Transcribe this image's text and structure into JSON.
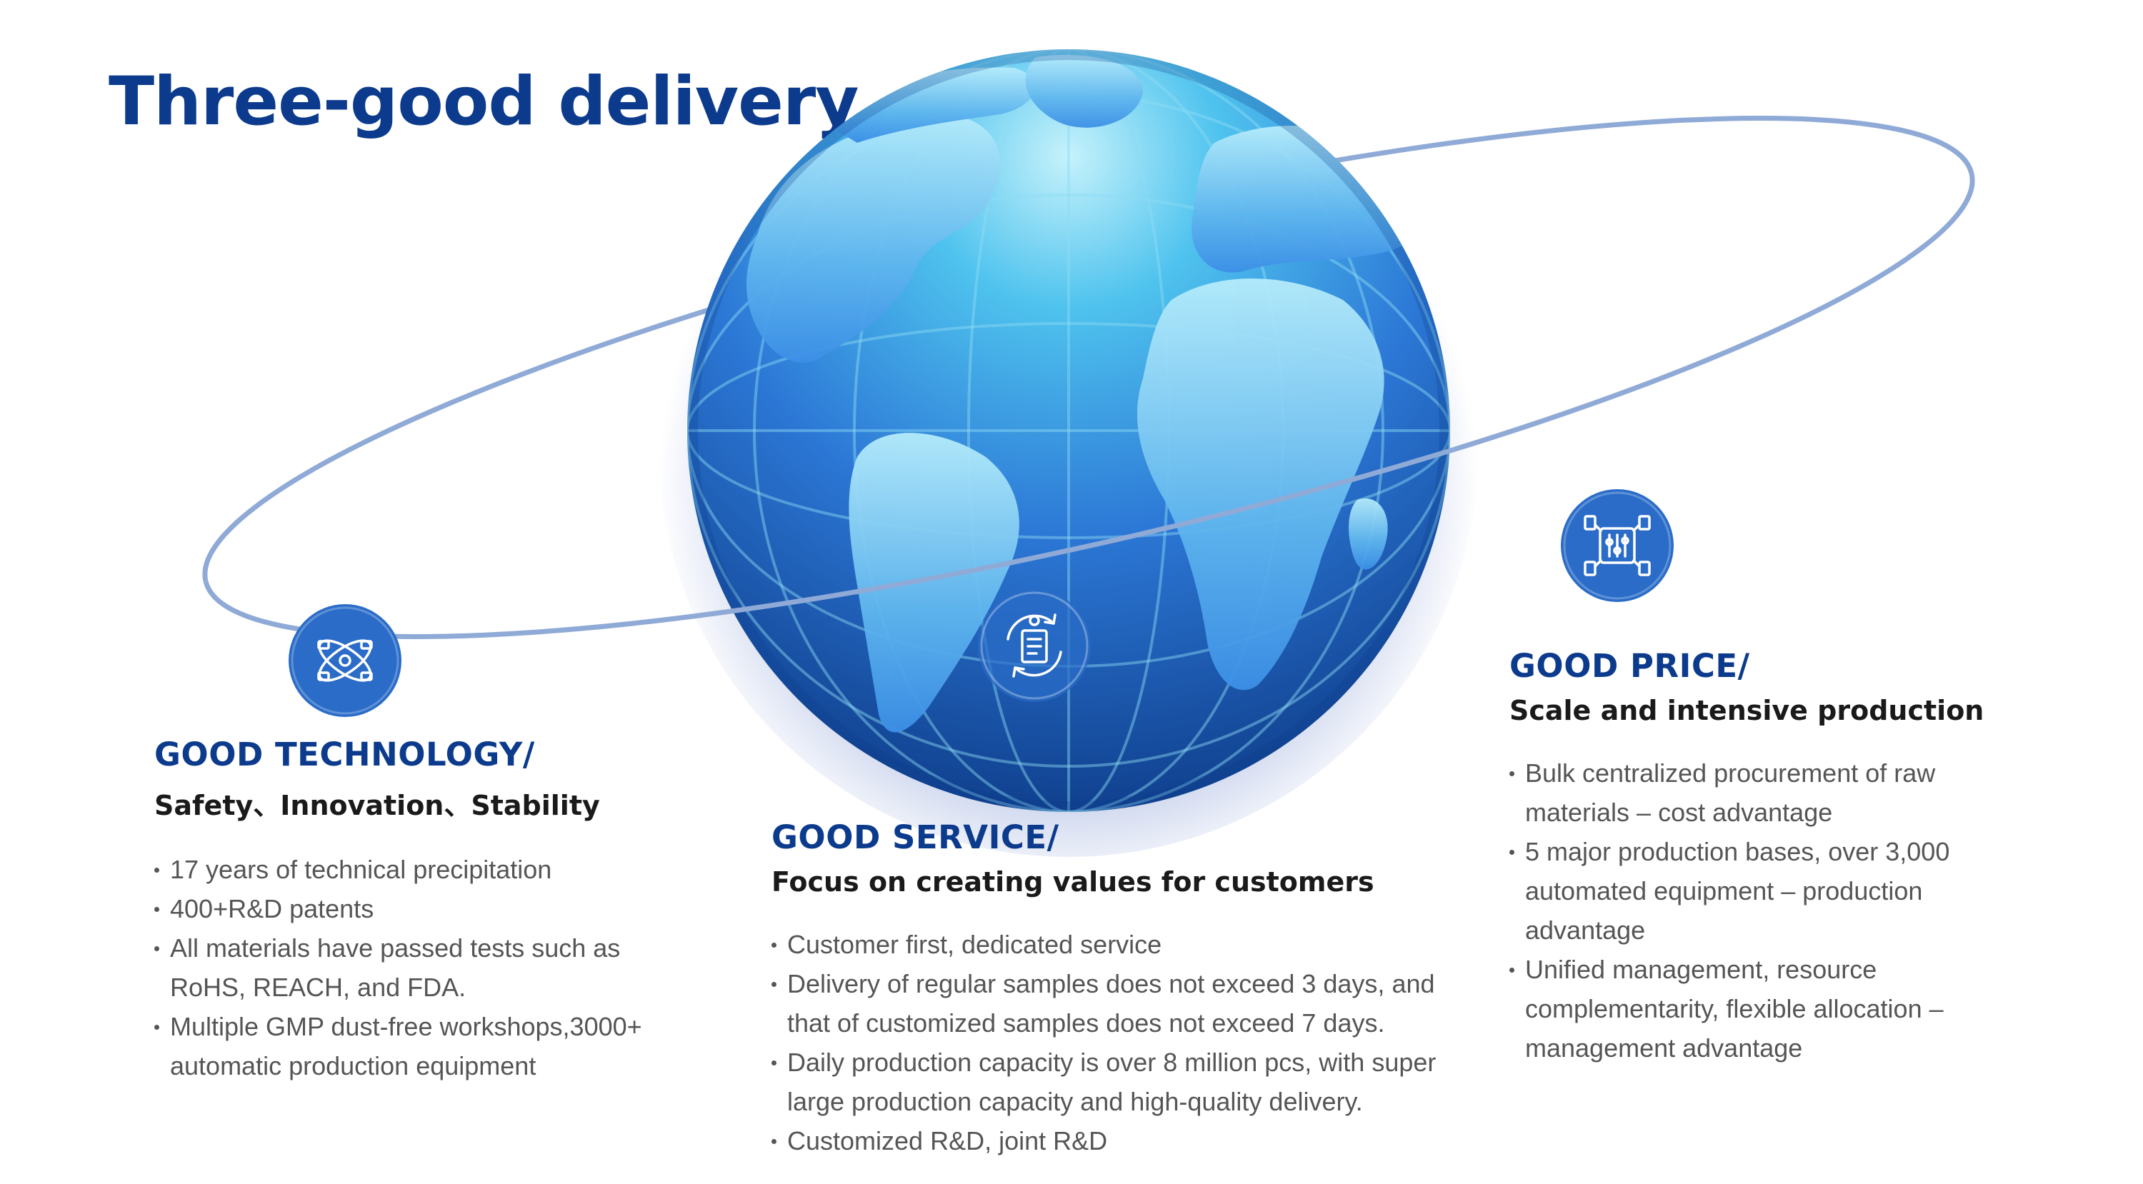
{
  "title": "Three-good delivery",
  "colors": {
    "heading": "#0c3b8d",
    "orbit": "#8faad6",
    "badge": "#2a6cc8",
    "globe_light": "#8fe2f7",
    "globe_dark": "#0d3a86"
  },
  "sections": {
    "technology": {
      "icon": "molecule-network-icon",
      "heading": "GOOD TECHNOLOGY/",
      "subtitle": "Safety、Innovation、Stability",
      "points": [
        "17 years of technical precipitation",
        "400+R&D patents",
        "All materials have passed tests such as RoHS, REACH, and FDA.",
        "Multiple GMP dust-free workshops,3000+ automatic production equipment"
      ]
    },
    "service": {
      "icon": "gear-cycle-icon",
      "heading": "GOOD SERVICE/",
      "subtitle": "Focus on creating values for customers",
      "points": [
        "Customer first, dedicated service",
        "Delivery of regular samples does not exceed 3 days, and that of customized samples does not exceed 7 days.",
        "Daily production capacity is over 8 million pcs, with super large production capacity and high-quality delivery.",
        "Customized R&D, joint R&D"
      ]
    },
    "price": {
      "icon": "production-network-icon",
      "heading": "GOOD PRICE/",
      "subtitle": "Scale and intensive production",
      "points": [
        "Bulk centralized procurement of raw materials – cost advantage",
        "5 major production bases, over 3,000 automated equipment – production advantage",
        "Unified management, resource complementarity, flexible allocation – management advantage"
      ]
    }
  }
}
